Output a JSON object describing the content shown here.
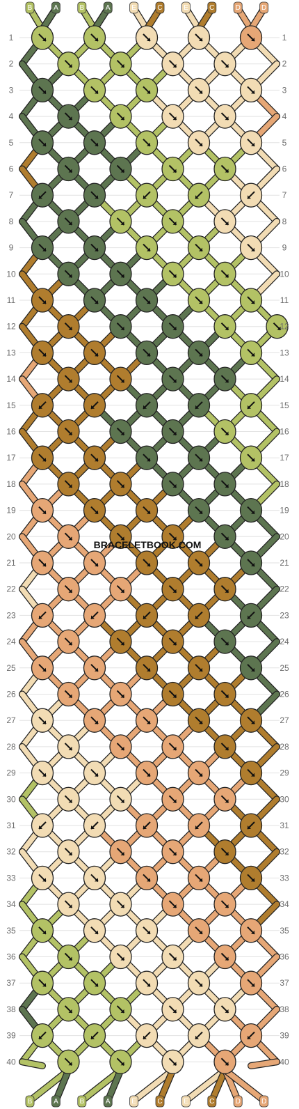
{
  "watermark": "BRACELETBOOK.COM",
  "colors": {
    "A": "#5d7550",
    "B": "#b3c265",
    "C": "#b07d2e",
    "D": "#e6a776",
    "E": "#f2dcb4"
  },
  "strands_top": [
    "B",
    "A",
    "B",
    "A",
    "E",
    "C",
    "E",
    "C",
    "D",
    "D"
  ],
  "strands_bottom": [
    "B",
    "A",
    "B",
    "A",
    "E",
    "C",
    "E",
    "C",
    "D",
    "D"
  ],
  "row_numbers": [
    1,
    2,
    3,
    4,
    5,
    6,
    7,
    8,
    9,
    10,
    11,
    12,
    13,
    14,
    15,
    16,
    17,
    18,
    19,
    20,
    21,
    22,
    23,
    24,
    25,
    26,
    27,
    28,
    29,
    30,
    31,
    32,
    33,
    34,
    35,
    36,
    37,
    38,
    39,
    40
  ],
  "knot_color_rows": [
    "BBEED",
    "BBEE",
    "ABBEE",
    "ABEE",
    "AABEE",
    "AABB",
    "AABBE",
    "ABBE",
    "AABBE",
    "AABB",
    "CAABB",
    "CAABB",
    "CCAAB",
    "CCAA",
    "CCAAB",
    "CAAB",
    "CCAAB",
    "CCAA",
    "DCCAA",
    "DCCA",
    "DDCCA",
    "DDCC",
    "DDCCA",
    "DCCA",
    "DDCCA",
    "DDCC",
    "EDDCC",
    "EDDC",
    "EEDDC",
    "EEDD",
    "EEDDC",
    "EDDC",
    "EEDDC",
    "EEDD",
    "BEEDD",
    "BEED",
    "BBEED",
    "BBEE",
    "BBEED",
    "BBED"
  ],
  "knot_dir_rows": [
    "RRRRR",
    "RRRR",
    "RRRRR",
    "RRRR",
    "RRRRR",
    "RRRR",
    "LRLLL",
    "RRRR",
    "RRRRR",
    "RRRR",
    "RRRRR",
    "RRRR",
    "RRRRR",
    "RRRR",
    "LLLLL",
    "RRRR",
    "RRRRR",
    "RRRR",
    "RRRRR",
    "RRRR",
    "RRRRR",
    "RRRR",
    "LLLLL",
    "RRRR",
    "RRRRR",
    "RRRR",
    "RRRRR",
    "RRRR",
    "RRRRR",
    "RRRR",
    "LLLLL",
    "RRRR",
    "RRRRR",
    "RRRR",
    "RRRRR",
    "RRRR",
    "RRRRR",
    "RRRR",
    "LLLLL",
    "RRRR"
  ],
  "border_rows": [
    "BD",
    "AE",
    "AE",
    "AD",
    "AE",
    "CE",
    "AE",
    "AE",
    "AE",
    "CE",
    "CE",
    "CB",
    "CB",
    "DB",
    "CB",
    "CB",
    "CB",
    "DB",
    "DA",
    "DA",
    "DA",
    "EA",
    "DA",
    "DA",
    "DA",
    "EA",
    "EC",
    "EC",
    "EC",
    "BC",
    "EC",
    "EC",
    "EC",
    "BC",
    "BD",
    "BD",
    "BD",
    "AD",
    "BD",
    "BD"
  ]
}
